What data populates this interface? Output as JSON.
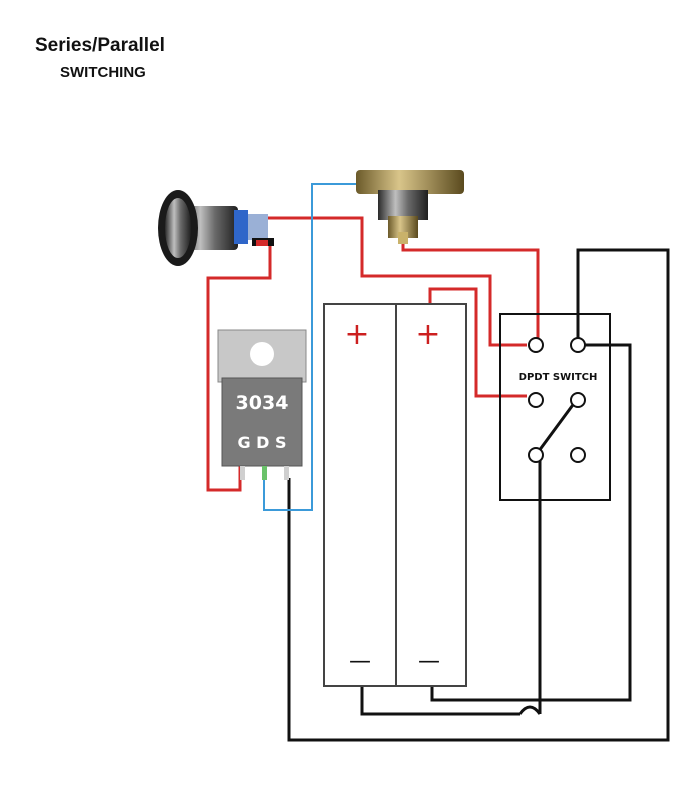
{
  "header": {
    "title": "Series/Parallel",
    "subtitle": "SWITCHING"
  },
  "mosfet": {
    "part_number": "3034",
    "pins_label": "G D S"
  },
  "batteries": {
    "left": {
      "positive": "+",
      "negative": "—"
    },
    "right": {
      "positive": "+",
      "negative": "—"
    }
  },
  "switch": {
    "label": "DPDT SWITCH"
  },
  "colors": {
    "positive_wire": "#d42a2a",
    "negative_wire": "#111111",
    "signal_wire": "#3b9ad9",
    "mosfet_body": "#7a7a7a",
    "mosfet_tab": "#c8c8c8"
  },
  "icons": {
    "fire_button": "push-button-icon",
    "atomizer_connector": "510-connector-icon"
  }
}
